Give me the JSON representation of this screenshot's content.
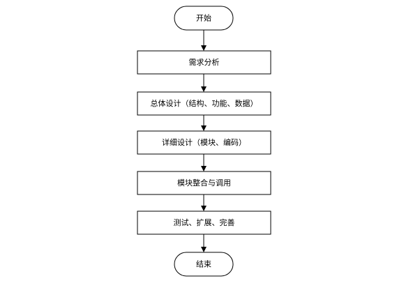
{
  "flowchart": {
    "start": "开始",
    "steps": [
      "需求分析",
      "总体设计（结构、功能、数据）",
      "详细设计（模块、编码）",
      "模块整合与调用",
      "测试、扩展、完善"
    ],
    "end": "结束"
  }
}
